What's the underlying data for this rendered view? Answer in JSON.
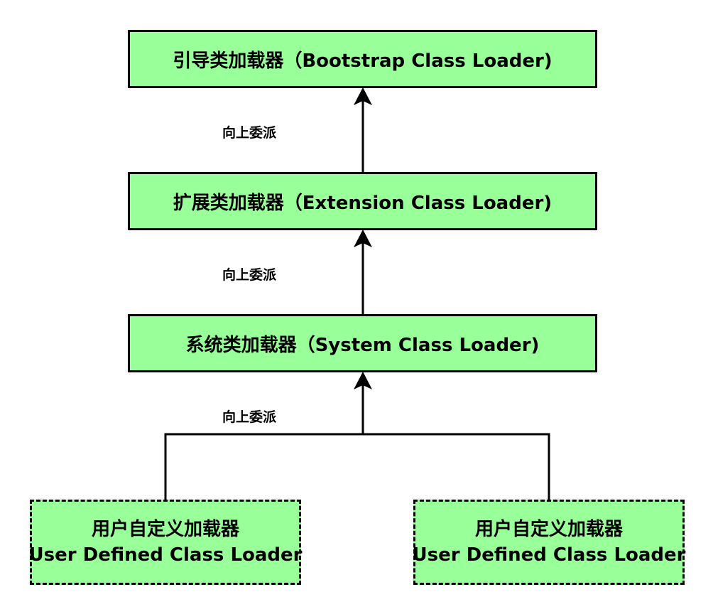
{
  "nodes": {
    "bootstrap": "引导类加载器（Bootstrap Class Loader)",
    "extension": "扩展类加载器（Extension Class Loader)",
    "system": "系统类加载器（System Class Loader)",
    "user_left": {
      "line1": "用户自定义加载器",
      "line2": "User Defined Class Loader"
    },
    "user_right": {
      "line1": "用户自定义加载器",
      "line2": "User Defined Class Loader"
    }
  },
  "edges": {
    "label_extension_to_bootstrap": "向上委派",
    "label_system_to_extension": "向上委派",
    "label_user_to_system": "向上委派"
  },
  "colors": {
    "node_fill": "#99ff99",
    "stroke": "#000000"
  }
}
